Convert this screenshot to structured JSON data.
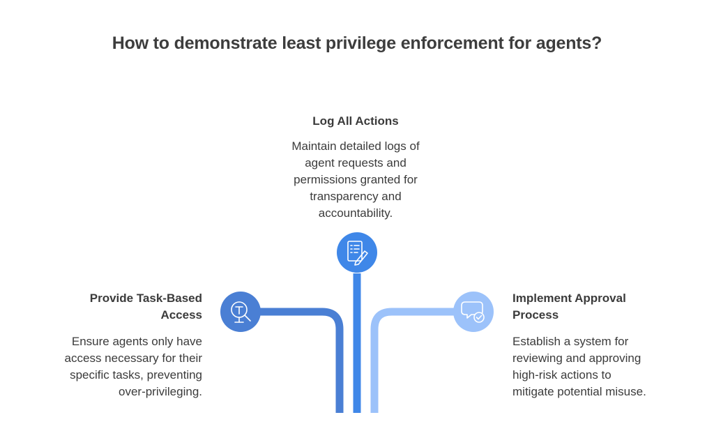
{
  "title": "How to demonstrate least privilege enforcement for agents?",
  "center": {
    "heading": "Log All Actions",
    "lines": [
      "Maintain detailed logs of",
      "agent requests and",
      "permissions granted for",
      "transparency and",
      "accountability."
    ],
    "icon": "document-edit-icon"
  },
  "left": {
    "heading_lines": [
      "Provide Task-Based",
      "Access"
    ],
    "lines": [
      "Ensure agents only have",
      "access necessary for their",
      "specific tasks, preventing",
      "over-privileging."
    ],
    "icon": "magnifier-task-icon"
  },
  "right": {
    "heading_lines": [
      "Implement Approval",
      "Process"
    ],
    "lines": [
      "Establish a system for",
      "reviewing and approving",
      "high-risk actions to",
      "mitigate potential misuse."
    ],
    "icon": "chat-check-icon"
  },
  "colors": {
    "left_branch": "#4a7fd4",
    "center_branch": "#3f87e8",
    "right_branch": "#9cc2fa"
  }
}
